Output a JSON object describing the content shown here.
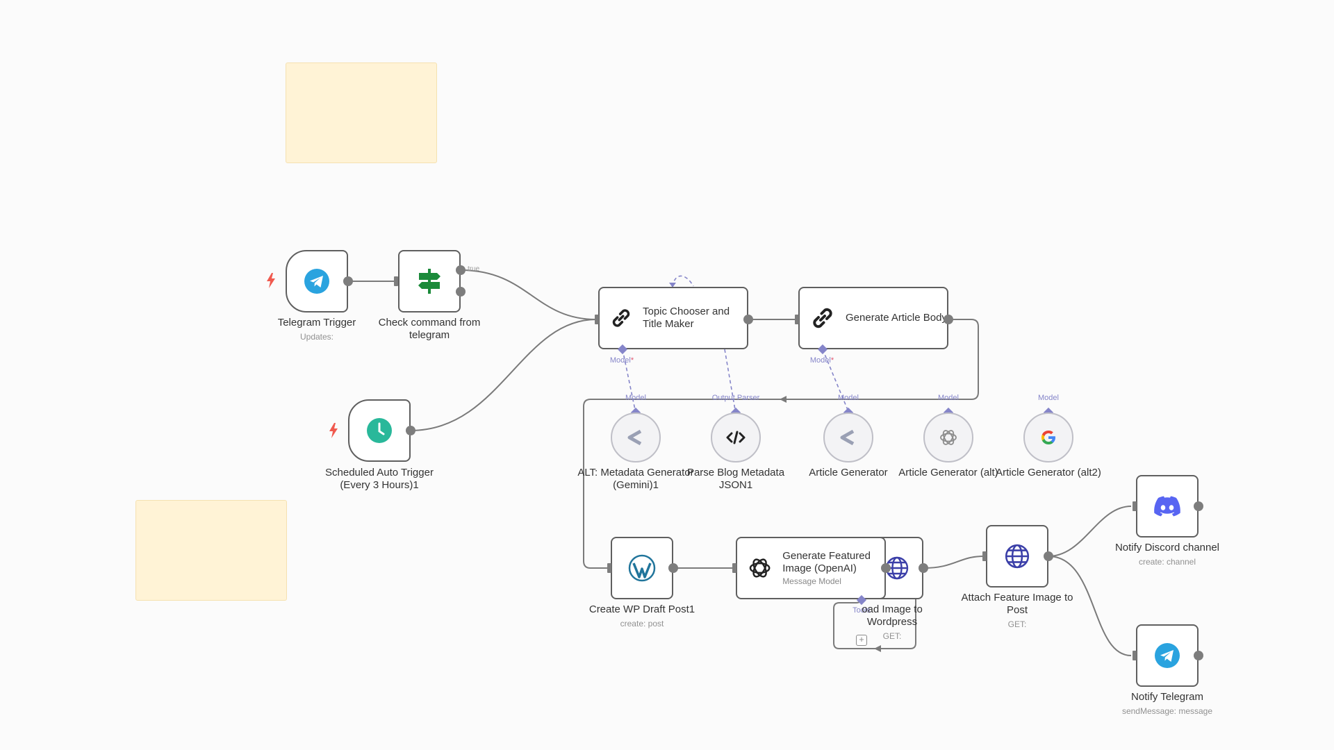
{
  "colors": {
    "edge": "#7a7a7a",
    "ai_edge": "#8585c9",
    "sticky": "#fff3d6",
    "telegram": "#2aa3df",
    "switch": "#1b8a3a",
    "schedule": "#29b89a",
    "wordpress": "#21759b",
    "discord": "#5865f2",
    "http": "#3b3fa8",
    "trigger_bolt": "#f05a4f"
  },
  "nodes": {
    "telegram_trigger": {
      "title": "Telegram Trigger",
      "subtitle": "Updates:",
      "icon": "telegram-icon"
    },
    "check_command": {
      "title": "Check command from telegram",
      "icon": "signpost-icon",
      "branch_label": "true"
    },
    "scheduled_trigger": {
      "title": "Scheduled Auto Trigger (Every 3 Hours)1",
      "icon": "clock-icon"
    },
    "topic_chooser": {
      "title": "Topic Chooser and Title Maker",
      "icon": "chain-link-icon"
    },
    "generate_body": {
      "title": "Generate Article Body",
      "icon": "chain-link-icon"
    },
    "alt_metadata": {
      "title": "ALT: Metadata Generator (Gemini)1",
      "icon": "gemini-chevron-icon"
    },
    "parse_blog": {
      "title": "Parse Blog Metadata JSON1",
      "icon": "code-icon"
    },
    "article_generator": {
      "title": "Article Generator",
      "icon": "gemini-chevron-icon"
    },
    "article_generator_alt": {
      "title": "Article Generator (alt)",
      "icon": "openai-icon"
    },
    "article_generator_alt2": {
      "title": "Article Generator (alt2)",
      "icon": "google-icon"
    },
    "create_wp_draft": {
      "title": "Create WP Draft Post1",
      "subtitle": "create: post",
      "icon": "wordpress-icon"
    },
    "generate_image": {
      "title": "Generate Featured Image (OpenAI)",
      "subtitle": "Message Model",
      "icon": "openai-icon"
    },
    "upload_image": {
      "title": "oad Image to Wordpress",
      "subtitle": "GET:",
      "icon": "globe-icon",
      "port_label": "Tools"
    },
    "attach_image": {
      "title": "Attach Feature Image to Post",
      "subtitle": "GET:",
      "icon": "globe-icon"
    },
    "notify_discord": {
      "title": "Notify Discord channel",
      "subtitle": "create: channel",
      "icon": "discord-icon"
    },
    "notify_telegram": {
      "title": "Notify Telegram",
      "subtitle": "sendMessage: message",
      "icon": "telegram-icon"
    }
  },
  "ports": {
    "model_required": "Model",
    "model": "Model",
    "output_parser": "Output Parser"
  }
}
